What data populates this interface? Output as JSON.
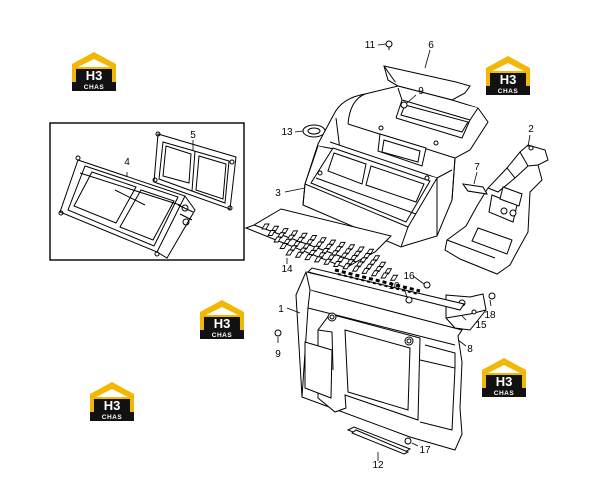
{
  "diagram": {
    "logo": {
      "top": "H3",
      "bottom": "CHAS",
      "yellow": "#f2b705",
      "dark": "#111111"
    },
    "callouts": [
      "1",
      "2",
      "3",
      "4",
      "5",
      "6",
      "7",
      "8",
      "9",
      "9",
      "10",
      "11",
      "12",
      "13",
      "14",
      "15",
      "16",
      "17",
      "18"
    ],
    "colors": {
      "line": "#000000",
      "background": "#ffffff"
    }
  }
}
